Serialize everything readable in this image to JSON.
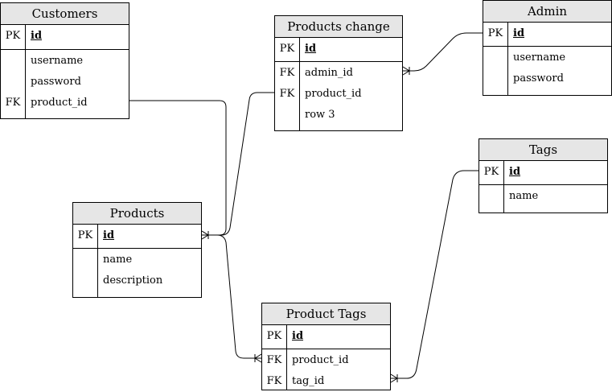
{
  "entities": {
    "customers": {
      "title": "Customers",
      "pk": {
        "key": "PK",
        "name": "id"
      },
      "fields": [
        {
          "key": "",
          "name": "username"
        },
        {
          "key": "",
          "name": "password"
        },
        {
          "key": "FK",
          "name": "product_id"
        }
      ]
    },
    "products_change": {
      "title": "Products change",
      "pk": {
        "key": "PK",
        "name": "id"
      },
      "fields": [
        {
          "key": "FK",
          "name": "admin_id"
        },
        {
          "key": "FK",
          "name": "product_id"
        },
        {
          "key": "",
          "name": "row 3"
        }
      ]
    },
    "admin": {
      "title": "Admin",
      "pk": {
        "key": "PK",
        "name": "id"
      },
      "fields": [
        {
          "key": "",
          "name": "username"
        },
        {
          "key": "",
          "name": "password"
        }
      ]
    },
    "tags": {
      "title": "Tags",
      "pk": {
        "key": "PK",
        "name": "id"
      },
      "fields": [
        {
          "key": "",
          "name": "name"
        }
      ]
    },
    "products": {
      "title": "Products",
      "pk": {
        "key": "PK",
        "name": "id"
      },
      "fields": [
        {
          "key": "",
          "name": "name"
        },
        {
          "key": "",
          "name": "description"
        }
      ]
    },
    "product_tags": {
      "title": "Product Tags",
      "pk": {
        "key": "PK",
        "name": "id"
      },
      "fields": [
        {
          "key": "FK",
          "name": "product_id"
        },
        {
          "key": "FK",
          "name": "tag_id"
        }
      ]
    }
  },
  "relationships": [
    {
      "from": "customers.product_id",
      "to": "products.id",
      "end_marker": "one-or-many"
    },
    {
      "from": "products_change.product_id",
      "to": "products.id",
      "end_marker": "one-or-many"
    },
    {
      "from": "admin.id",
      "to": "products_change.admin_id",
      "end_marker": "one-or-many"
    },
    {
      "from": "products.id",
      "to": "product_tags.product_id",
      "end_marker": "one-or-many"
    },
    {
      "from": "tags.id",
      "to": "product_tags.tag_id",
      "end_marker": "one-or-many"
    }
  ]
}
